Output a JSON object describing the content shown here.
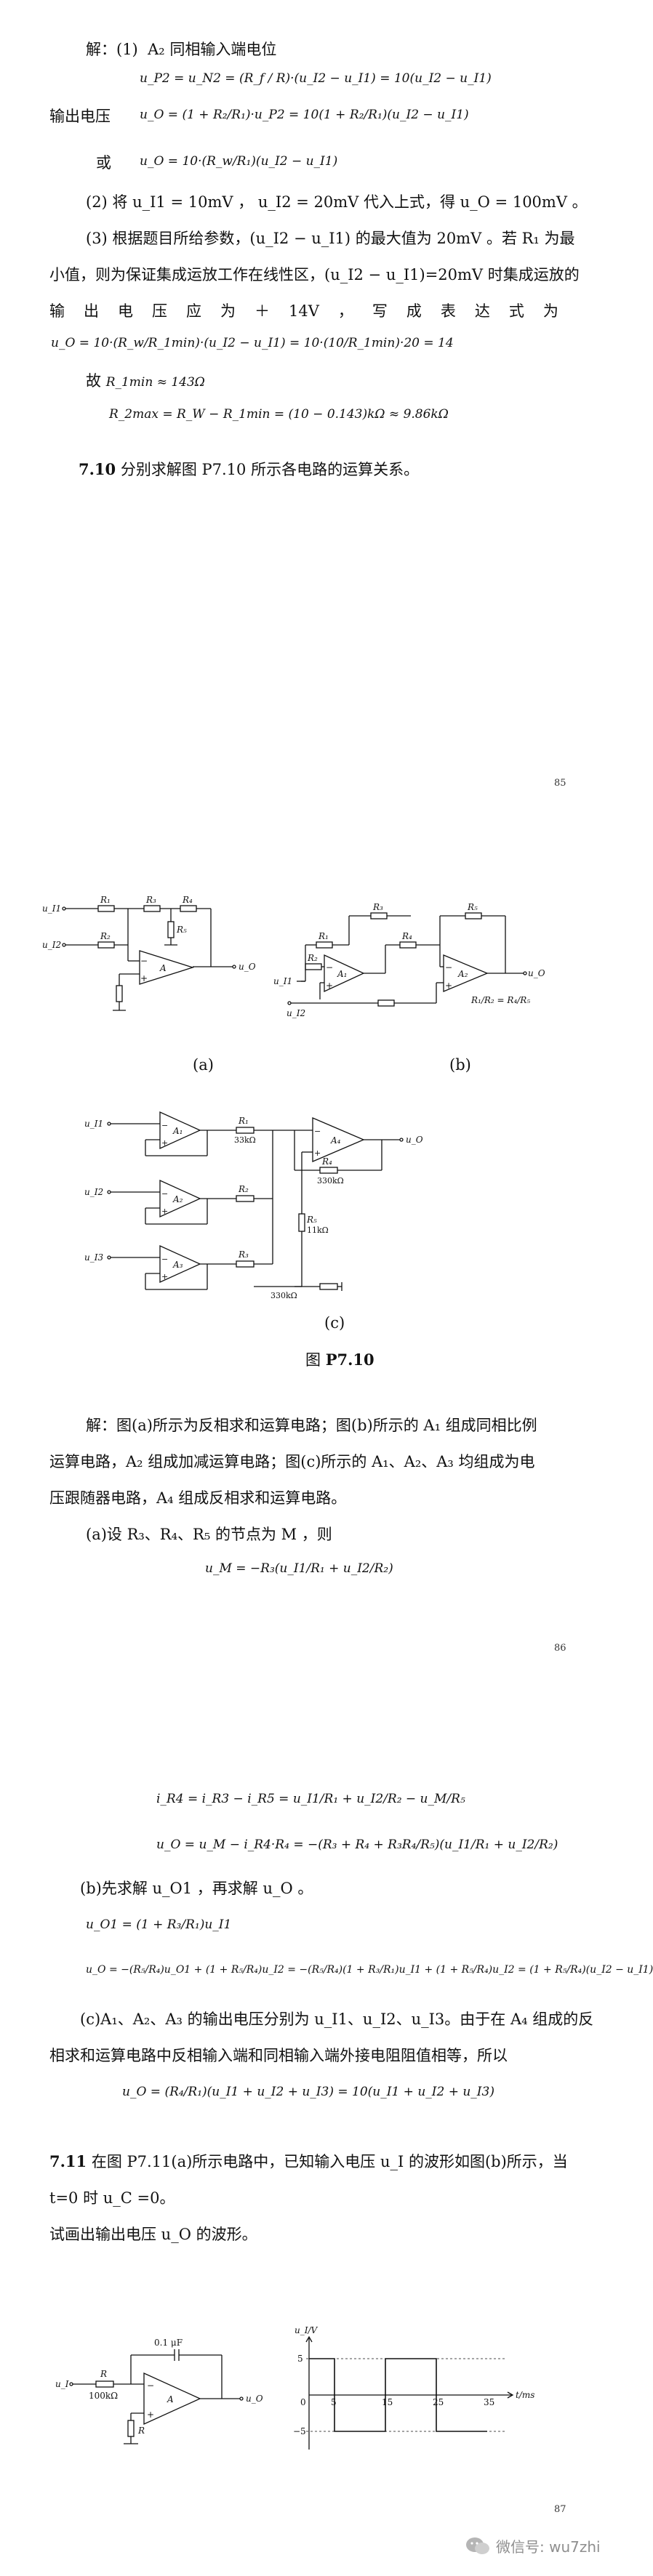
{
  "page85": {
    "sol_intro": "解：(1)",
    "sol_intro2": "A₂ 同相输入端电位",
    "eq1": "u_P2 = u_N2 = (R_f / R)·(u_I2 − u_I1) = 10(u_I2 − u_I1)",
    "out_label": "输出电压",
    "eq2": "u_O = (1 + R₂/R₁)·u_P2 = 10(1 + R₂/R₁)(u_I2 − u_I1)",
    "or_label": "或",
    "eq3": "u_O = 10·(R_w/R₁)(u_I2 − u_I1)",
    "line_2": "(2) 将 u_I1 = 10mV ， u_I2 = 20mV  代入上式，得 u_O = 100mV 。",
    "line_3a": "(3) 根据题目所给参数，(u_I2 − u_I1) 的最大值为 20mV 。若 R₁ 为最",
    "line_3b": "小值，则为保证集成运放工作在线性区，(u_I2 − u_I1)=20mV 时集成运放的",
    "line_3c_words": [
      "输",
      "出",
      "电",
      "压",
      "应",
      "为",
      "＋",
      "14V",
      "，",
      "写",
      "成",
      "表",
      "达",
      "式",
      "为"
    ],
    "eq4": "u_O = 10·(R_w/R_1min)·(u_I2 − u_I1) = 10·(10/R_1min)·20 = 14",
    "eq5_prefix": "故",
    "eq5": "R_1min ≈ 143Ω",
    "eq6": "R_2max = R_W − R_1min = (10 − 0.143)kΩ ≈ 9.86kΩ",
    "problem_num": "7.10",
    "problem_text": "分别求解图 P7.10 所示各电路的运算关系。",
    "page_number": "85"
  },
  "page86": {
    "fig_label_a": "(a)",
    "fig_label_b": "(b)",
    "fig_label_c": "(c)",
    "fig_caption_prefix": "图",
    "fig_caption": "P7.10",
    "fig_a_labels": {
      "ui1": "u_I1",
      "ui2": "u_I2",
      "r1": "R₁",
      "r2": "R₂",
      "r3": "R₃",
      "r4": "R₄",
      "r5": "R₅",
      "opamp": "A",
      "uo": "u_O"
    },
    "fig_b_labels": {
      "r1": "R₁",
      "r2": "R₂",
      "r3": "R₃",
      "r4": "R₄",
      "r5": "R₅",
      "a1": "A₁",
      "a2": "A₂",
      "ui1": "u_I1",
      "ui2": "u_I2",
      "uo": "u_O",
      "cond": "R₁/R₂ = R₄/R₅"
    },
    "fig_c_labels": {
      "ui1": "u_I1",
      "ui2": "u_I2",
      "ui3": "u_I3",
      "a1": "A₁",
      "a2": "A₂",
      "a3": "A₃",
      "a4": "A₄",
      "r1": "R₁",
      "r2": "R₂",
      "r3": "R₃",
      "r4": "R₄",
      "r5": "R₅",
      "v33": "33kΩ",
      "v330a": "330kΩ",
      "v330b": "330kΩ",
      "v11": "11kΩ",
      "uo": "u_O"
    },
    "sol_a1": "解：图(a)所示为反相求和运算电路；图(b)所示的 A₁ 组成同相比例",
    "sol_a2": "运算电路，A₂ 组成加减运算电路；图(c)所示的 A₁、A₂、A₃ 均组成为电",
    "sol_a3": "压跟随器电路，A₄ 组成反相求和运算电路。",
    "sol_a4": "(a)设 R₃、R₄、R₅ 的节点为 M ，则",
    "eq_m": "u_M = −R₃(u_I1/R₁ + u_I2/R₂)",
    "page_number": "86"
  },
  "page87": {
    "eq_i": "i_R4 = i_R3 − i_R5 = u_I1/R₁ + u_I2/R₂ − u_M/R₅",
    "eq_uo": "u_O = u_M − i_R4·R₄ = −(R₃ + R₄ + R₃R₄/R₅)(u_I1/R₁ + u_I2/R₂)",
    "sol_b": "(b)先求解 u_O1 ，再求解 u_O 。",
    "eq_uo1": "u_O1 = (1 + R₃/R₁)u_I1",
    "eq_uo_b": "u_O = −(R₅/R₄)u_O1 + (1 + R₅/R₄)u_I2 = −(R₅/R₄)(1 + R₃/R₁)u_I1 + (1 + R₅/R₄)u_I2 = (1 + R₅/R₄)(u_I2 − u_I1)",
    "sol_c1": "(c)A₁、A₂、A₃ 的输出电压分别为 u_I1、u_I2、u_I3。由于在 A₄ 组成的反",
    "sol_c2": "相求和运算电路中反相输入端和同相输入端外接电阻阻值相等，所以",
    "eq_c": "u_O = (R₄/R₁)(u_I1 + u_I2 + u_I3) = 10(u_I1 + u_I2 + u_I3)",
    "problem_num": "7.11",
    "problem_text1": "在图 P7.11(a)所示电路中，已知输入电压 u_I 的波形如图(b)所示，当",
    "problem_text2": "t=0 时 u_C =0。",
    "problem_text3": "试画出输出电压 u_O 的波形。",
    "fig_labels": {
      "cap": "0.1 μF",
      "r": "R",
      "rval": "100kΩ",
      "r2": "R",
      "opamp": "A",
      "ui": "u_I",
      "uo": "u_O",
      "yaxis": "u_I/V",
      "xaxis": "t/ms",
      "v5": "5",
      "vm5": "−5",
      "t5": "5",
      "t15": "15",
      "t25": "25",
      "t35": "35",
      "zero": "0"
    },
    "waveform": {
      "x_ms": [
        0,
        5,
        5,
        15,
        15,
        25,
        25,
        35
      ],
      "y_v": [
        5,
        5,
        -5,
        -5,
        5,
        5,
        -5,
        -5
      ]
    },
    "page_number": "87"
  },
  "watermark": {
    "text": "微信号: wu7zhi"
  }
}
